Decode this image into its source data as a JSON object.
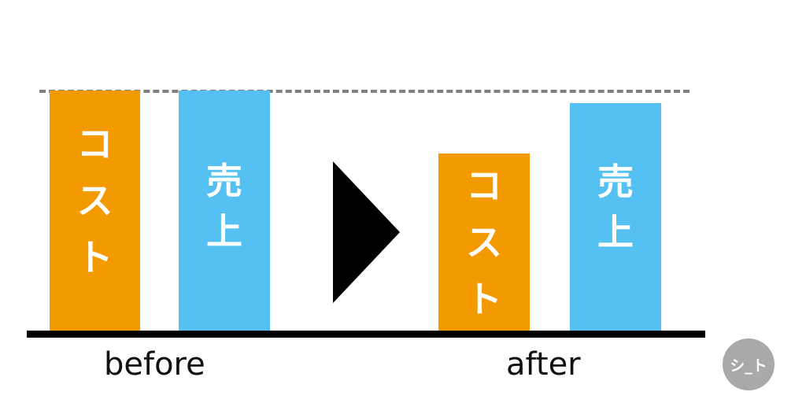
{
  "groups": [
    {
      "label": "before",
      "cost": {
        "label_chars": [
          "コ",
          "ス",
          "ト"
        ],
        "color": "#F29A00"
      },
      "sales": {
        "label_chars": [
          "売",
          "上"
        ],
        "color": "#55C1F2"
      }
    },
    {
      "label": "after",
      "cost": {
        "label_chars": [
          "コ",
          "ス",
          "ト"
        ],
        "color": "#F29A00"
      },
      "sales": {
        "label_chars": [
          "売",
          "上"
        ],
        "color": "#55C1F2"
      }
    }
  ],
  "logo_text": "シ_ト",
  "colors": {
    "cost": "#F29A00",
    "sales": "#55C1F2",
    "dashed_line": "#808080",
    "baseline": "#000000",
    "arrow": "#000000",
    "logo_bg": "#A9A9A9"
  }
}
